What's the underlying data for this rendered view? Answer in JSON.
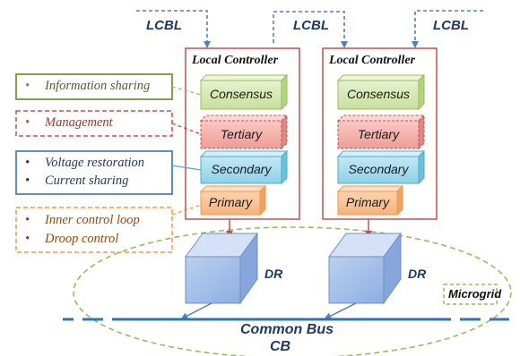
{
  "lcbl_labels": [
    "LCBL",
    "LCBL",
    "LCBL"
  ],
  "controllers": [
    {
      "title": "Local Controller",
      "levels": [
        "Consensus",
        "Tertiary",
        "Secondary",
        "Primary"
      ]
    },
    {
      "title": "Local Controller",
      "levels": [
        "Consensus",
        "Tertiary",
        "Secondary",
        "Primary"
      ]
    }
  ],
  "notes": {
    "information": [
      "Information sharing"
    ],
    "management": [
      "Management"
    ],
    "secondary": [
      "Voltage restoration",
      "Current sharing"
    ],
    "primary": [
      "Inner control loop",
      "Droop control"
    ]
  },
  "dr_label": "DR",
  "microgrid_label": "Microgrid",
  "bus_label": "Common Bus",
  "cb_label": "CB",
  "colors": {
    "navy": "#1f3864",
    "controller_border": "#c0504d",
    "consensus_fill": "#d7e9b6",
    "tertiary_fill": "#f4b0ab",
    "secondary_fill": "#a9dcee",
    "primary_fill": "#f8c59a",
    "dr_fill": "#a3bde8",
    "green": "#77933c",
    "red": "#c0504d",
    "blue": "#4f81bd",
    "orange": "#f79646"
  }
}
